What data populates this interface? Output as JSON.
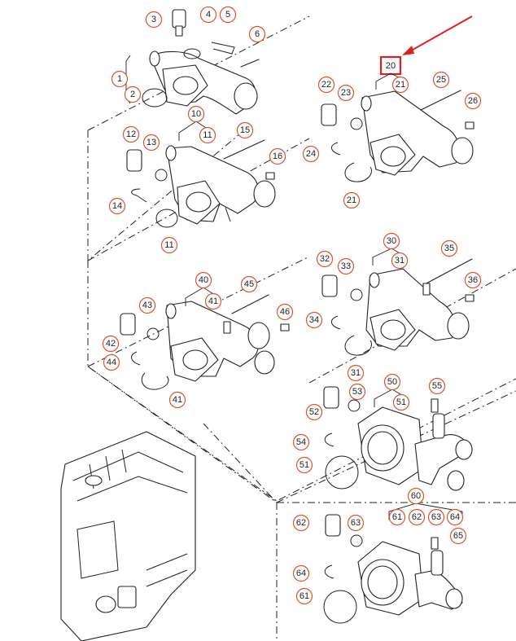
{
  "callouts": [
    {
      "id": "c1",
      "label": "1"
    },
    {
      "id": "c2",
      "label": "2"
    },
    {
      "id": "c3",
      "label": "3"
    },
    {
      "id": "c4",
      "label": "4"
    },
    {
      "id": "c5",
      "label": "5"
    },
    {
      "id": "c6",
      "label": "6"
    },
    {
      "id": "c10",
      "label": "10"
    },
    {
      "id": "c11a",
      "label": "11"
    },
    {
      "id": "c11b",
      "label": "11"
    },
    {
      "id": "c12",
      "label": "12"
    },
    {
      "id": "c13",
      "label": "13"
    },
    {
      "id": "c14",
      "label": "14"
    },
    {
      "id": "c15",
      "label": "15"
    },
    {
      "id": "c16",
      "label": "16"
    },
    {
      "id": "c21a",
      "label": "21"
    },
    {
      "id": "c21b",
      "label": "21"
    },
    {
      "id": "c22",
      "label": "22"
    },
    {
      "id": "c23",
      "label": "23"
    },
    {
      "id": "c24",
      "label": "24"
    },
    {
      "id": "c25",
      "label": "25"
    },
    {
      "id": "c26",
      "label": "26"
    },
    {
      "id": "c30",
      "label": "30"
    },
    {
      "id": "c31a",
      "label": "31"
    },
    {
      "id": "c31b",
      "label": "31"
    },
    {
      "id": "c32",
      "label": "32"
    },
    {
      "id": "c33",
      "label": "33"
    },
    {
      "id": "c34",
      "label": "34"
    },
    {
      "id": "c35",
      "label": "35"
    },
    {
      "id": "c36",
      "label": "36"
    },
    {
      "id": "c40",
      "label": "40"
    },
    {
      "id": "c41a",
      "label": "41"
    },
    {
      "id": "c41b",
      "label": "41"
    },
    {
      "id": "c42",
      "label": "42"
    },
    {
      "id": "c43",
      "label": "43"
    },
    {
      "id": "c44",
      "label": "44"
    },
    {
      "id": "c45",
      "label": "45"
    },
    {
      "id": "c46",
      "label": "46"
    },
    {
      "id": "c50",
      "label": "50"
    },
    {
      "id": "c51a",
      "label": "51"
    },
    {
      "id": "c51b",
      "label": "51"
    },
    {
      "id": "c52",
      "label": "52"
    },
    {
      "id": "c53",
      "label": "53"
    },
    {
      "id": "c54",
      "label": "54"
    },
    {
      "id": "c55",
      "label": "55"
    },
    {
      "id": "c60",
      "label": "60"
    },
    {
      "id": "c61a",
      "label": "61"
    },
    {
      "id": "c62a",
      "label": "62"
    },
    {
      "id": "c63a",
      "label": "63"
    },
    {
      "id": "c64a",
      "label": "64"
    },
    {
      "id": "c62b",
      "label": "62"
    },
    {
      "id": "c63b",
      "label": "63"
    },
    {
      "id": "c65",
      "label": "65"
    },
    {
      "id": "c64b",
      "label": "64"
    },
    {
      "id": "c61b",
      "label": "61"
    }
  ],
  "highlight": {
    "label": "20",
    "color": "#e02020"
  },
  "colors": {
    "callout_stroke": "#e0522c",
    "line": "#222222"
  }
}
